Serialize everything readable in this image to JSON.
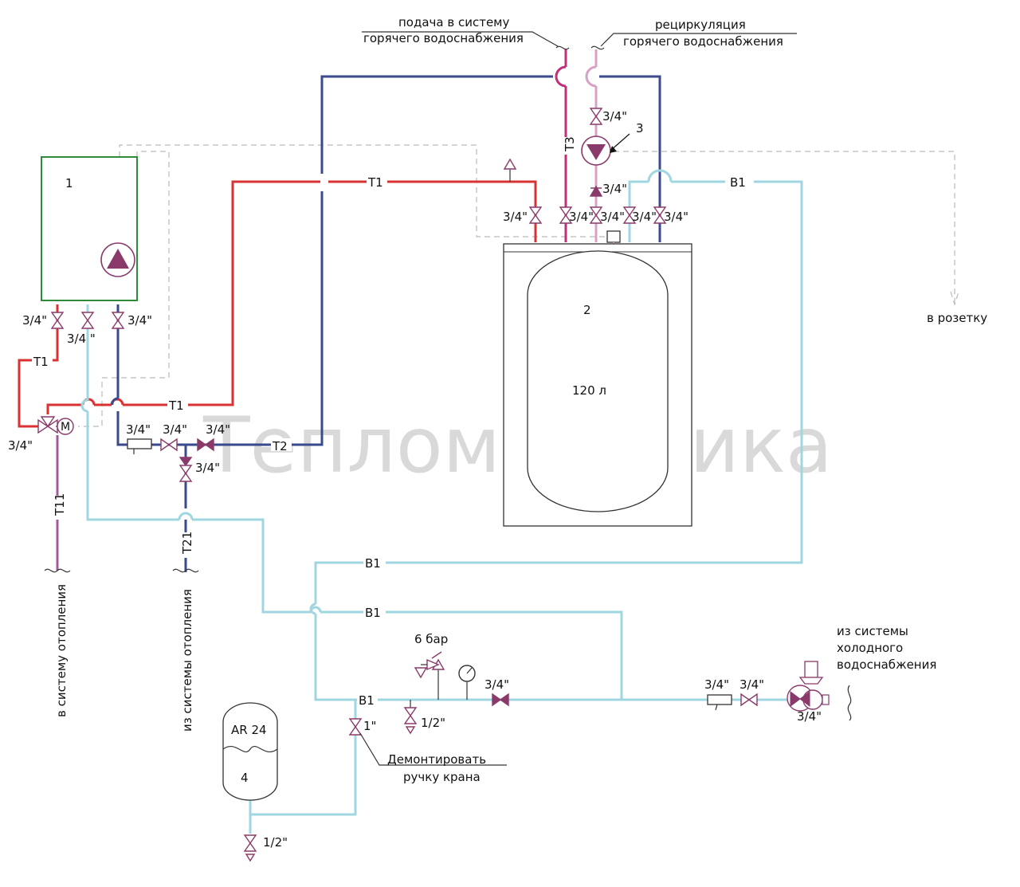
{
  "labels": {
    "supply_hw": [
      "подача в систему",
      "горячего водоснабжения"
    ],
    "recirc_hw": [
      "рециркуляция",
      "горячего водоснабжения"
    ],
    "boiler_num": "1",
    "tank_num": "2",
    "tank_volume": "120 л",
    "pump_num": "3",
    "expansion_num": "4",
    "expansion_model": "AR 24",
    "socket": "в розетку",
    "to_heating": "в систему отопления",
    "from_heating": "из системы отопления",
    "cold_supply": [
      "из системы",
      "холодного",
      "водоснабжения"
    ],
    "remove_handle": [
      "Демонтировать",
      "ручку крана"
    ],
    "pressure": "6 бар",
    "motor": "M",
    "watermark": "Тепломеханика"
  },
  "pipes": {
    "t1": "T1",
    "t2": "T2",
    "t3": "T3",
    "t11": "T11",
    "t21": "T21",
    "b1": "B1"
  },
  "sizes": {
    "three_quarter": "3/4\"",
    "three_quarter_spaced": "3/4 \"",
    "half": "1/2\"",
    "one": "1\""
  },
  "colors": {
    "heating_supply": "#d93232",
    "hot_water": "#c0307a",
    "recirculation": "#d9a0c8",
    "heating_return": "#3a4a8c",
    "cold_water": "#9fd6e0",
    "boiler_frame": "#2e8b3a",
    "valves": "#8a3a6a",
    "heating_circuit": "#a05aa0"
  },
  "icons": [
    "gate-valve-icon",
    "check-valve-icon",
    "strainer-icon",
    "pump-icon",
    "pressure-gauge-icon",
    "safety-valve-icon",
    "three-way-valve-icon",
    "pressure-reducer-icon",
    "motor-icon"
  ]
}
